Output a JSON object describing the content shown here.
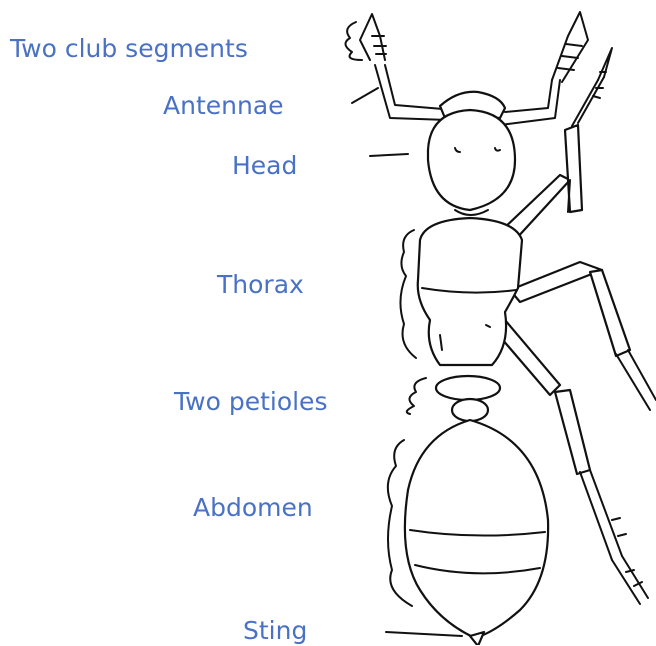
{
  "labels": {
    "club_segments": "Two club segments",
    "antennae": "Antennae",
    "head": "Head",
    "thorax": "Thorax",
    "petioles": "Two petioles",
    "abdomen": "Abdomen",
    "sting": "Sting"
  },
  "colors": {
    "label_text": "#4a72c4",
    "line_art": "#111111",
    "background": "#ffffff"
  }
}
